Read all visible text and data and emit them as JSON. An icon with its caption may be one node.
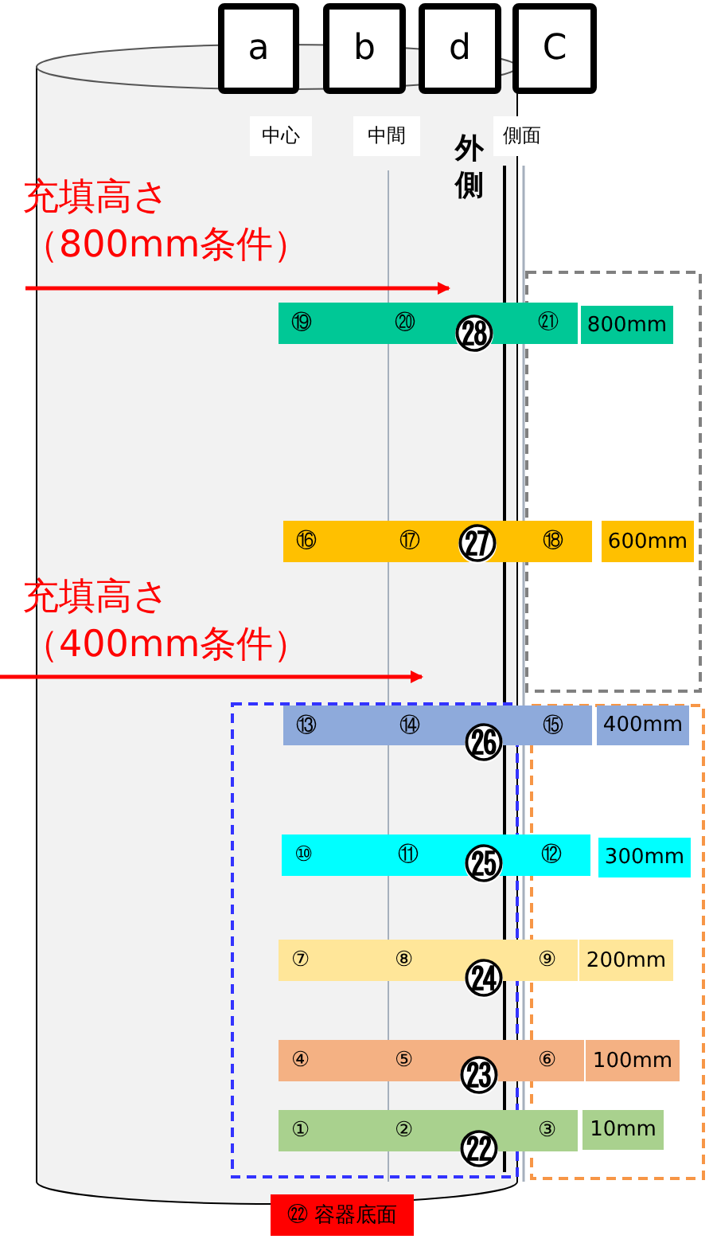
{
  "diagram": {
    "nodes": [
      {
        "text": [
          "a"
        ]
      },
      {
        "text": [
          "b"
        ]
      },
      {
        "text": [
          "d"
        ]
      },
      {
        "text": [
          "C"
        ]
      },
      {
        "text": [
          "中心"
        ]
      },
      {
        "text": [
          "中間"
        ]
      },
      {
        "text": [
          "側面"
        ]
      },
      {
        "text": [
          "⑲",
          "⑳",
          "㉑"
        ]
      },
      {
        "text": [
          "800mm"
        ]
      },
      {
        "text": [
          "⑯",
          "⑰",
          "⑱"
        ]
      },
      {
        "text": [
          "600mm"
        ]
      },
      {
        "text": [
          "⑬",
          "⑭",
          "⑮"
        ]
      },
      {
        "text": [
          "400mm"
        ]
      },
      {
        "text": [
          "⑩",
          "⑪",
          "⑫"
        ]
      },
      {
        "text": [
          "300mm"
        ]
      },
      {
        "text": [
          "⑦",
          "⑧",
          "⑨"
        ]
      },
      {
        "text": [
          "200mm"
        ]
      },
      {
        "text": [
          "④",
          "⑤",
          "⑥"
        ]
      },
      {
        "text": [
          "100mm"
        ]
      },
      {
        "text": [
          "①",
          "②",
          "③"
        ]
      },
      {
        "text": [
          "10mm"
        ]
      },
      {
        "text": [
          "㉒ 容器底面"
        ]
      }
    ],
    "labels": [
      "外側",
      "充填高さ（800mm条件）",
      "㉘",
      "㉗",
      "充填高さ（400mm条件）",
      "㉖",
      "㉕",
      "㉔",
      "㉓",
      "㉒"
    ]
  }
}
